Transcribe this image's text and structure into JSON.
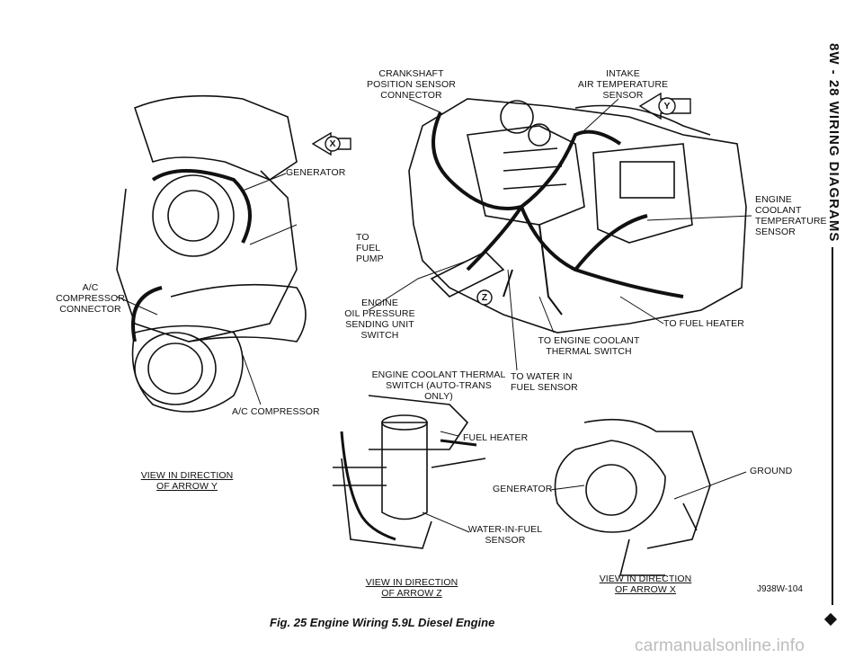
{
  "labels": {
    "crankshaft": "CRANKSHAFT\nPOSITION SENSOR\nCONNECTOR",
    "intake": "INTAKE\nAIR TEMPERATURE\nSENSOR",
    "generator": "GENERATOR",
    "to_fuel_pump": "TO\nFUEL\nPUMP",
    "ac_compressor_connector": "A/C\nCOMPRESSOR\nCONNECTOR",
    "engine_coolant_temp": "ENGINE\nCOOLANT\nTEMPERATURE\nSENSOR",
    "oil_pressure": "ENGINE\nOIL PRESSURE\nSENDING UNIT\nSWITCH",
    "to_fuel_heater": "TO FUEL HEATER",
    "to_coolant_thermal": "TO ENGINE COOLANT\nTHERMAL SWITCH",
    "coolant_thermal_auto": "ENGINE COOLANT THERMAL\nSWITCH (AUTO-TRANS\nONLY)",
    "to_water_in_fuel": "TO WATER IN\nFUEL SENSOR",
    "ac_compressor": "A/C COMPRESSOR",
    "fuel_heater": "FUEL HEATER",
    "generator_x": "GENERATOR",
    "ground": "GROUND",
    "water_in_fuel": "WATER-IN-FUEL\nSENSOR",
    "view_y": "VIEW IN DIRECTION\nOF ARROW Y",
    "view_z": "VIEW IN DIRECTION\nOF ARROW Z",
    "view_x": "VIEW IN DIRECTION\nOF ARROW X"
  },
  "arrows": {
    "x": "X",
    "y": "Y",
    "z": "Z"
  },
  "figure_caption": "Fig. 25 Engine Wiring 5.9L Diesel Engine",
  "figure_code": "J938W-104",
  "side_header": "8W - 28   WIRING DIAGRAMS",
  "watermark": "carmanualsonline.info"
}
